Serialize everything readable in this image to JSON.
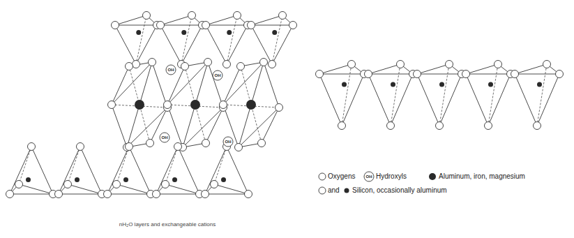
{
  "diagram": {
    "labels": [
      "OH",
      "OH",
      "OH",
      "OH",
      "nH₂O layers and exchangeable cations",
      "OH",
      "and"
    ],
    "legend": [
      {
        "text": "Oxygens"
      },
      {
        "text": "Hydroxyls"
      },
      {
        "text": "Aluminum, iron, magnesium"
      },
      {
        "text": "Silicon, occasionally aluminum"
      }
    ]
  }
}
